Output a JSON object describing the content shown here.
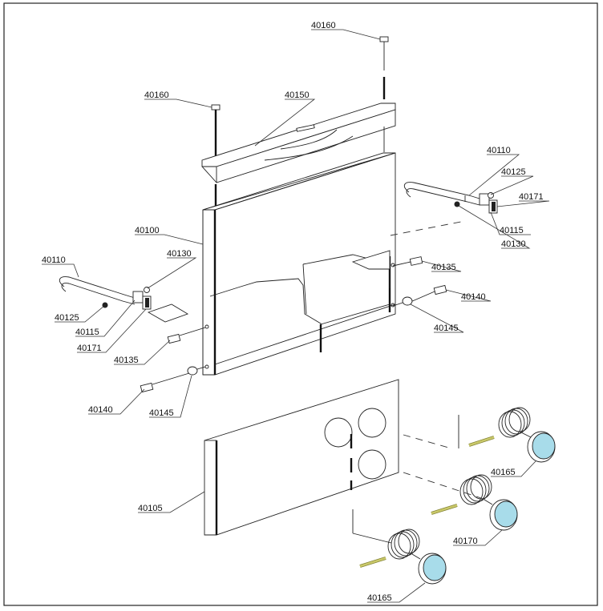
{
  "labels": {
    "c40160a": "40160",
    "c40160b": "40160",
    "c40150": "40150",
    "c40100": "40100",
    "c40110r": "40110",
    "c40125r": "40125",
    "c40171r": "40171",
    "c40115r": "40115",
    "c40130r": "40130",
    "c40110l": "40110",
    "c40130l": "40130",
    "c40125l": "40125",
    "c40115l": "40115",
    "c40171l": "40171",
    "c40135r": "40135",
    "c40140r": "40140",
    "c40145r": "40145",
    "c40135l": "40135",
    "c40140l": "40140",
    "c40145l": "40145",
    "c40105": "40105",
    "c40165a": "40165",
    "c40170": "40170",
    "c40165b": "40165"
  },
  "colors": {
    "gauge_face": "#a8dcea",
    "probe_rod": "#c9c86a"
  }
}
